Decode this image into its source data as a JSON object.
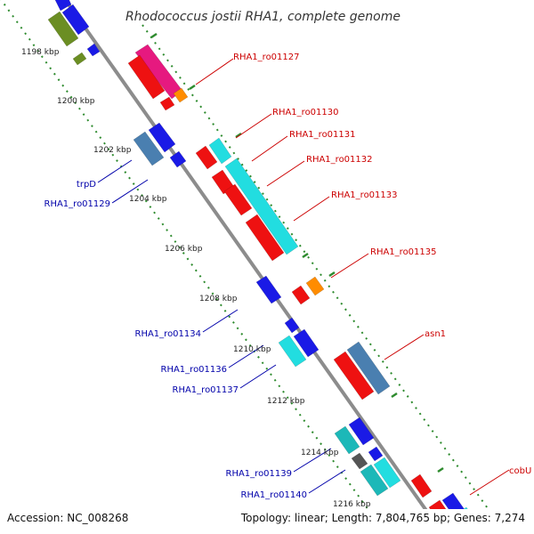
{
  "title": "Rhodococcus jostii RHA1, complete genome",
  "accession": "Accession: NC_008268",
  "topology": "Topology: linear; Length: 7,804,765 bp; Genes: 7,274",
  "colors": {
    "backbone": "#8c8c8c",
    "ruler_dots": "#2e8b2e",
    "label_fwd": "#cc0000",
    "label_rev": "#0000aa",
    "red": "#ee1111",
    "blue": "#1a1ae6",
    "cyan": "#22dde0",
    "steel": "#4a7fb0",
    "magenta": "#e6197f",
    "olive": "#6b8e23",
    "orange": "#ff8c00",
    "teal": "#1cb8b8",
    "dark": "#555555"
  },
  "kbp_ticks": [
    "1198 kbp",
    "1200 kbp",
    "1202 kbp",
    "1204 kbp",
    "1206 kbp",
    "1208 kbp",
    "1210 kbp",
    "1212 kbp",
    "1214 kbp",
    "1216 kbp"
  ],
  "gene_labels": [
    "RHA1_ro01127",
    "RHA1_ro01130",
    "RHA1_ro01131",
    "RHA1_ro01132",
    "RHA1_ro01133",
    "RHA1_ro01135",
    "asn1",
    "cobU",
    "trpD",
    "RHA1_ro01129",
    "RHA1_ro01134",
    "RHA1_ro01136",
    "RHA1_ro01137",
    "RHA1_ro01139",
    "RHA1_ro01140"
  ]
}
